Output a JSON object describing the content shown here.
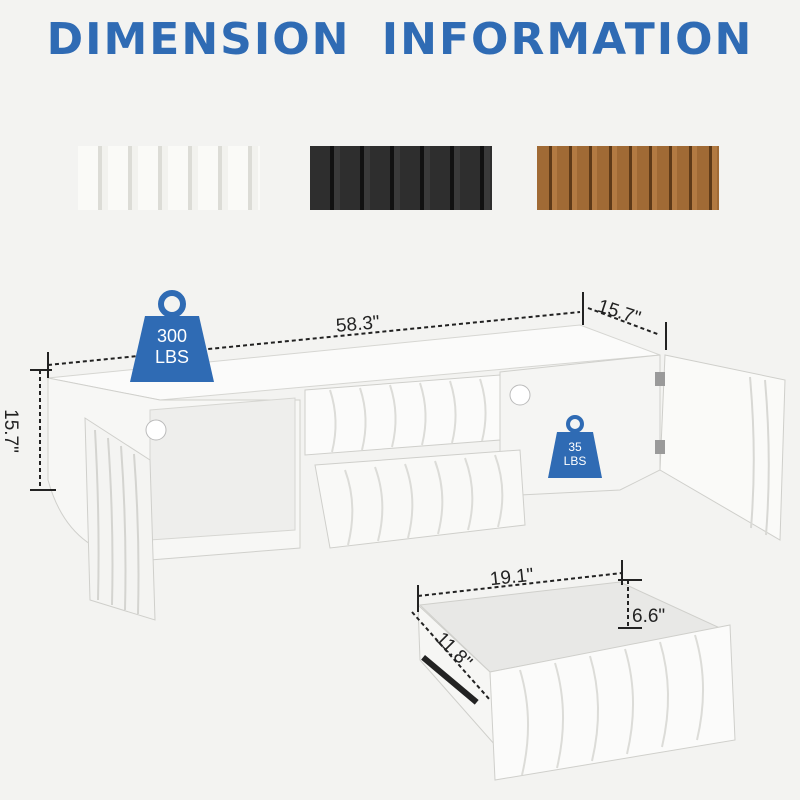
{
  "title": "DIMENSION  INFORMATION",
  "swatches": [
    {
      "name": "white",
      "color": "#f4f3ef"
    },
    {
      "name": "black",
      "color": "#2a2a2a"
    },
    {
      "name": "walnut",
      "color": "#8a5a2b"
    }
  ],
  "colors": {
    "accent": "#2f6bb4",
    "furniture": "#ffffff"
  },
  "dimensions": {
    "cabinet_width": "58.3\"",
    "cabinet_depth": "15.7\"",
    "cabinet_height": "15.7\"",
    "drawer_width": "19.1\"",
    "drawer_depth": "11.8\"",
    "drawer_height": "6.6\""
  },
  "weights": {
    "top": {
      "value": "300",
      "unit": "LBS"
    },
    "shelf": {
      "value": "35",
      "unit": "LBS"
    }
  }
}
